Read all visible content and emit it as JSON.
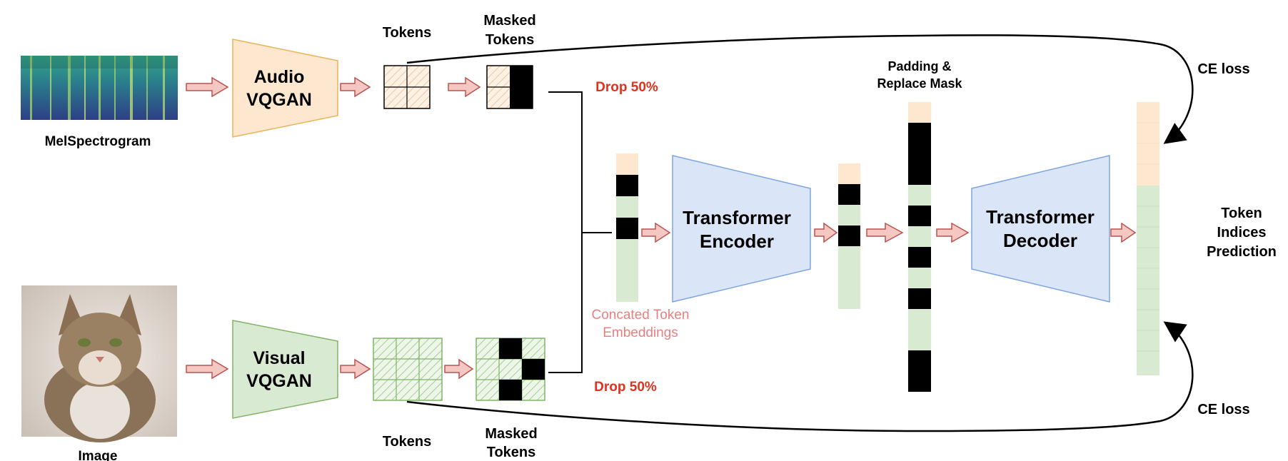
{
  "colors": {
    "audio_fill": "#fde7cf",
    "audio_stroke": "#e8b45c",
    "visual_fill": "#d9ead3",
    "visual_stroke": "#82b366",
    "transformer_fill": "#dae6f8",
    "transformer_stroke": "#7ea6e0",
    "token_peach": "#fde7cf",
    "token_green": "#d9ead3",
    "mask_black": "#000000",
    "arrow_fill": "#f4c7c3",
    "arrow_stroke": "#b85450",
    "drop_red": "#e0301e",
    "concat_pink": "#e88080"
  },
  "audio": {
    "input_label": "MelSpectrogram",
    "encoder_line1": "Audio",
    "encoder_line2": "VQGAN",
    "tokens_label": "Tokens",
    "masked_line1": "Masked",
    "masked_line2": "Tokens",
    "drop": "Drop 50%"
  },
  "visual": {
    "input_label": "Image",
    "encoder_line1": "Visual",
    "encoder_line2": "VQGAN",
    "tokens_label": "Tokens",
    "masked_line1": "Masked",
    "masked_line2": "Tokens",
    "drop": "Drop 50%"
  },
  "middle": {
    "concat_line1": "Concated Token",
    "concat_line2": "Embeddings",
    "encoder_line1": "Transformer",
    "encoder_line2": "Encoder",
    "padding_line1": "Padding &",
    "padding_line2": "Replace Mask",
    "decoder_line1": "Transformer",
    "decoder_line2": "Decoder"
  },
  "output": {
    "loss_top": "CE loss",
    "loss_bottom": "CE loss",
    "pred_line1": "Token",
    "pred_line2": "Indices",
    "pred_line3": "Prediction"
  }
}
